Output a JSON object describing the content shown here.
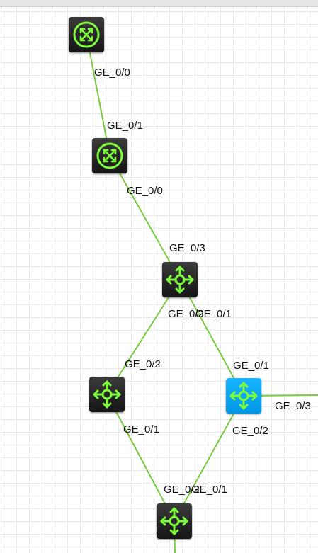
{
  "canvas": {
    "grid_color": "#e9e9e9",
    "link_color": "#7ac943",
    "icon_color": "#7cfc3a",
    "device_color": "#1e1e1e",
    "selected_device_color": "#00a2ee"
  },
  "devices": [
    {
      "id": "d1",
      "type": "switch",
      "icon": "cross-arrows-icon"
    },
    {
      "id": "d2",
      "type": "switch",
      "icon": "cross-arrows-icon"
    },
    {
      "id": "d3",
      "type": "router",
      "icon": "four-way-arrows-icon"
    },
    {
      "id": "d4",
      "type": "router",
      "icon": "four-way-arrows-icon"
    },
    {
      "id": "d5",
      "type": "router",
      "icon": "four-way-arrows-icon",
      "selected": true
    },
    {
      "id": "d6",
      "type": "router",
      "icon": "four-way-arrows-icon"
    }
  ],
  "ports": {
    "p1": "GE_0/0",
    "p2": "GE_0/1",
    "p3": "GE_0/0",
    "p4": "GE_0/3",
    "p5": "GE_0/2",
    "p6": "GE_0/1",
    "p7": "GE_0/2",
    "p8": "GE_0/1",
    "p9": "GE_0/3",
    "p10": "GE_0/1",
    "p11": "GE_0/2",
    "p12": "GE_0/2",
    "p13": "GE_0/1"
  }
}
